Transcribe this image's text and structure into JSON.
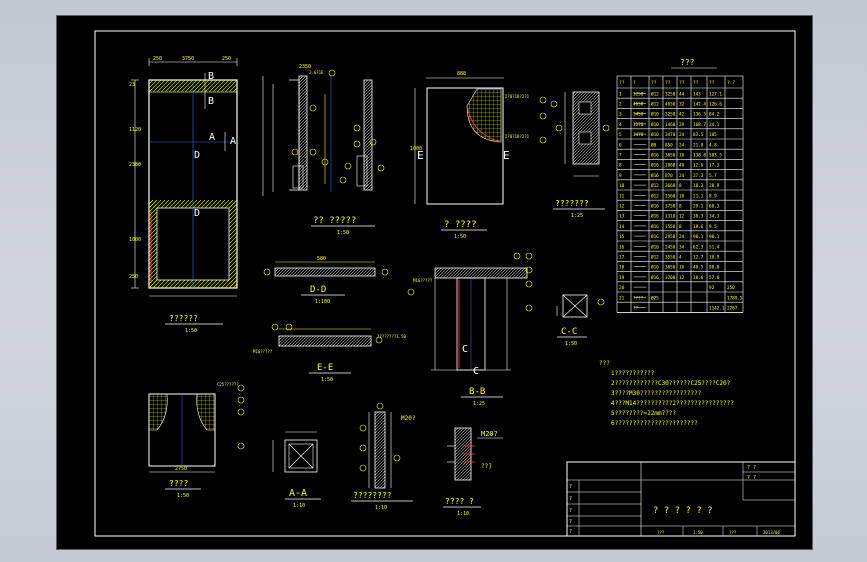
{
  "colors": {
    "background": "#000000",
    "line": "#ffffff",
    "yellow": "#ffff00",
    "cyan": "#00ffff",
    "blue": "#3f6cff",
    "red": "#ff3b3b",
    "green": "#00d000"
  },
  "views": {
    "plan": {
      "mark_B": "B",
      "mark_A": "A",
      "mark_D": "D",
      "caption": "??????",
      "scale": "1:50"
    },
    "middle": {
      "title": "?? ?????",
      "scale": "1:50"
    },
    "gate": {
      "title": "? ????",
      "scale": "1:50",
      "mark_E": "E"
    },
    "small": {
      "caption": "???????",
      "scale": "1:25"
    },
    "dd": {
      "caption": "D-D",
      "scale": "1:100"
    },
    "ee": {
      "caption": "E-E",
      "scale": "1:50"
    },
    "bb": {
      "caption": "B-B",
      "scale": "1:25",
      "mark_C": "C"
    },
    "cc": {
      "caption": "C-C",
      "scale": "1:50"
    },
    "bottom_left": {
      "caption": "????",
      "scale": "1:50"
    },
    "aa": {
      "caption": "A-A",
      "scale": "1:10"
    },
    "gate_detail": {
      "title": "????????",
      "scale": "1:10",
      "label": "M20?"
    },
    "anchor": {
      "caption": "???? ?",
      "scale": "1:10",
      "label": "M20?"
    }
  },
  "table": {
    "title": "???",
    "headers": [
      "??",
      "?",
      "??",
      "??",
      "??",
      "??",
      "??",
      "? ?"
    ],
    "rows": [
      [
        "1",
        "3250",
        "Ø12",
        "3250",
        "44",
        "143",
        "127.1",
        ""
      ],
      [
        "2",
        "4650",
        "Ø12",
        "4650",
        "32",
        "142.4",
        "126.6",
        ""
      ],
      [
        "3",
        "3450",
        "Ø10",
        "3250",
        "42",
        "136.5",
        "84.2",
        ""
      ],
      [
        "4",
        "1370",
        "Ø10",
        "1460",
        "29",
        "168.7",
        "24.1",
        ""
      ],
      [
        "5",
        "3470",
        "Ø10",
        "3470",
        "24",
        "83.5",
        "105",
        ""
      ],
      [
        "6",
        "",
        "Ø8",
        "850",
        "24",
        "21.8",
        "4.8",
        ""
      ],
      [
        "7",
        "",
        "Ø16",
        "3850",
        "16",
        "138.8",
        "503.5",
        ""
      ],
      [
        "8",
        "",
        "Ø16",
        "1068",
        "48",
        "12.6",
        "17.3",
        ""
      ],
      [
        "9",
        "",
        "Ø16",
        "870",
        "24",
        "27.3",
        "5.7",
        ""
      ],
      [
        "10",
        "",
        "Ø12",
        "3668",
        "8",
        "18.3",
        "28.9",
        ""
      ],
      [
        "11",
        "",
        "Ø12",
        "1560",
        "10",
        "21.1",
        "8.9",
        ""
      ],
      [
        "12",
        "",
        "Ø16",
        "3750",
        "8",
        "29.1",
        "60.3",
        ""
      ],
      [
        "13",
        "",
        "Ø16",
        "1310",
        "12",
        "38.3",
        "34.3",
        ""
      ],
      [
        "14",
        "",
        "Ø16",
        "1558",
        "8",
        "18.6",
        "9.5",
        ""
      ],
      [
        "15",
        "",
        "Ø16",
        "2950",
        "24",
        "90.1",
        "90.1",
        ""
      ],
      [
        "16",
        "",
        "Ø10",
        "2450",
        "34",
        "62.3",
        "51.4",
        ""
      ],
      [
        "17",
        "",
        "Ø12",
        "3550",
        "4",
        "12.7",
        "10.9",
        ""
      ],
      [
        "18",
        "",
        "Ø10",
        "3850",
        "16",
        "48.5",
        "98.8",
        ""
      ],
      [
        "19",
        "",
        "Ø16",
        "3200",
        "12",
        "38.6",
        "57.8",
        ""
      ],
      [
        "20",
        "",
        "",
        "",
        "",
        "",
        "92",
        "250"
      ],
      [
        "21",
        "????",
        "Ø25",
        "",
        "",
        "",
        "",
        "1789.5"
      ],
      [
        "",
        "??",
        "",
        "",
        "",
        "",
        "1142.1",
        "2287"
      ]
    ]
  },
  "notes": [
    "???",
    "1???????????",
    "2????????????C30??????C25????C20?",
    "3????M30?????????????????",
    "4???M14??????????2????????????????",
    "5????????=22mm????",
    "6???????????????????????"
  ],
  "title_block": {
    "main": "? ? ? ? ? ?",
    "project": "? ?",
    "stage": "? ?",
    "scale": "1:50",
    "number": "???",
    "sheet": "???",
    "date": "2013/06"
  }
}
